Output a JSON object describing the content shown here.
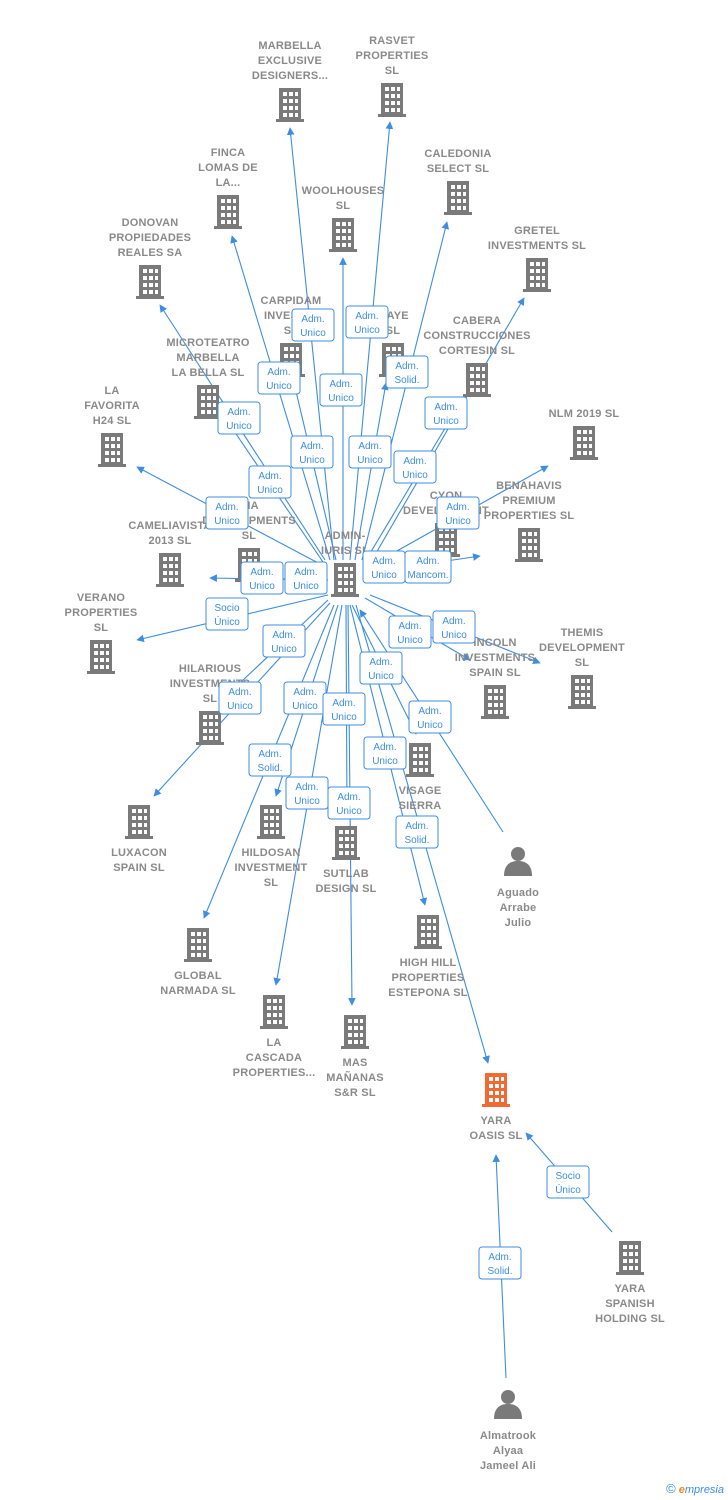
{
  "colors": {
    "edge": "#3d8ee0",
    "building": "#7a7a7a",
    "focus_building": "#f06a32",
    "person": "#7a7a7a",
    "label": "#8a8a8a"
  },
  "footer": {
    "copyright": "©",
    "brand_initial": "e",
    "brand_rest": "mpresia"
  },
  "nodes": [
    {
      "id": "adminiuris",
      "kind": "company",
      "lines": [
        "ADMIN-",
        "IURIS  SL"
      ]
    },
    {
      "id": "marbella",
      "kind": "company",
      "lines": [
        "MARBELLA",
        "EXCLUSIVE",
        "DESIGNERS..."
      ]
    },
    {
      "id": "rasvet",
      "kind": "company",
      "lines": [
        "RASVET",
        "PROPERTIES",
        "SL"
      ]
    },
    {
      "id": "finca",
      "kind": "company",
      "lines": [
        "FINCA",
        "LOMAS DE",
        "LA..."
      ]
    },
    {
      "id": "caledonia",
      "kind": "company",
      "lines": [
        "CALEDONIA",
        "SELECT  SL"
      ]
    },
    {
      "id": "woolhouses",
      "kind": "company",
      "lines": [
        "WOOLHOUSES",
        "SL"
      ]
    },
    {
      "id": "donovan",
      "kind": "company",
      "lines": [
        "DONOVAN",
        "PROPIEDADES",
        "REALES SA"
      ]
    },
    {
      "id": "gretel",
      "kind": "company",
      "lines": [
        "GRETEL",
        "INVESTMENTS SL"
      ]
    },
    {
      "id": "carpidam",
      "kind": "company",
      "lines": [
        "CARPIDAM",
        "INVESTI...",
        "SL"
      ]
    },
    {
      "id": "maye",
      "kind": "company",
      "lines": [
        "MAYE",
        "SL"
      ]
    },
    {
      "id": "cabera",
      "kind": "company",
      "lines": [
        "CABERA",
        "CONSTRUCCIONES",
        "CORTESIN  SL"
      ]
    },
    {
      "id": "microteatro",
      "kind": "company",
      "lines": [
        "MICROTEATRO",
        "MARBELLA",
        "LA BELLA  SL"
      ]
    },
    {
      "id": "lafavorita",
      "kind": "company",
      "lines": [
        "LA",
        "FAVORITA",
        "H24  SL"
      ]
    },
    {
      "id": "nlm",
      "kind": "company",
      "lines": [
        "NLM 2019  SL"
      ]
    },
    {
      "id": "halcyon",
      "kind": "company",
      "lines": [
        "CYON",
        "DEVELOPMENT"
      ]
    },
    {
      "id": "benahavis",
      "kind": "company",
      "lines": [
        "BENAHAVIS",
        "PREMIUM",
        "PROPERTIES SL"
      ]
    },
    {
      "id": "victoria",
      "kind": "company",
      "lines": [
        "RIA",
        "DEVELOPMENTS",
        "SL"
      ]
    },
    {
      "id": "cameliavista",
      "kind": "company",
      "lines": [
        "CAMELIAVISTA",
        "2013  SL"
      ]
    },
    {
      "id": "verano",
      "kind": "company",
      "lines": [
        "VERANO",
        "PROPERTIES",
        "SL"
      ]
    },
    {
      "id": "hilarious",
      "kind": "company",
      "lines": [
        "HILARIOUS",
        "INVESTMENTS",
        "SL"
      ]
    },
    {
      "id": "lincoln",
      "kind": "company",
      "lines": [
        "INCOLN",
        "INVESTMENTS",
        "SPAIN  SL"
      ]
    },
    {
      "id": "themis",
      "kind": "company",
      "lines": [
        "THEMIS",
        "DEVELOPMENT",
        "SL"
      ]
    },
    {
      "id": "visage",
      "kind": "company",
      "lines": [
        "VISAGE",
        "SIERRA",
        "B..."
      ]
    },
    {
      "id": "luxacon",
      "kind": "company",
      "lines": [
        "LUXACON",
        "SPAIN SL"
      ]
    },
    {
      "id": "hildosan",
      "kind": "company",
      "lines": [
        "HILDOSAN",
        "INVESTMENT",
        "SL"
      ]
    },
    {
      "id": "sutlab",
      "kind": "company",
      "lines": [
        "SUTLAB",
        "DESIGN  SL"
      ]
    },
    {
      "id": "aguado",
      "kind": "person",
      "lines": [
        "Aguado",
        "Arrabe",
        "Julio"
      ]
    },
    {
      "id": "global",
      "kind": "company",
      "lines": [
        "GLOBAL",
        "NARMADA  SL"
      ]
    },
    {
      "id": "highhill",
      "kind": "company",
      "lines": [
        "HIGH HILL",
        "PROPERTIES",
        "ESTEPONA SL"
      ]
    },
    {
      "id": "lacascada",
      "kind": "company",
      "lines": [
        "LA",
        "CASCADA",
        "PROPERTIES..."
      ]
    },
    {
      "id": "masmananas",
      "kind": "company",
      "lines": [
        "MAS",
        "MAÑANAS",
        "S&R  SL"
      ]
    },
    {
      "id": "yaraoasis",
      "kind": "focus",
      "lines": [
        "YARA",
        "OASIS  SL"
      ]
    },
    {
      "id": "yaraspanish",
      "kind": "company",
      "lines": [
        "YARA",
        "SPANISH",
        "HOLDING  SL"
      ]
    },
    {
      "id": "almatrook",
      "kind": "person",
      "lines": [
        "Almatrook",
        "Alyaa",
        "Jameel Ali"
      ]
    }
  ],
  "edges": [
    {
      "from": "adminiuris",
      "to": "marbella",
      "label": [
        "Adm.",
        "Unico"
      ]
    },
    {
      "from": "adminiuris",
      "to": "rasvet",
      "label": [
        "Adm.",
        "Unico"
      ]
    },
    {
      "from": "adminiuris",
      "to": "finca",
      "label": [
        "Adm.",
        "Unico"
      ]
    },
    {
      "from": "adminiuris",
      "to": "woolhouses",
      "label": [
        "Adm.",
        "Unico"
      ]
    },
    {
      "from": "adminiuris",
      "to": "caledonia",
      "label": [
        "Adm.",
        "Solid."
      ]
    },
    {
      "from": "adminiuris",
      "to": "donovan",
      "label": [
        "Adm.",
        "Unico"
      ]
    },
    {
      "from": "adminiuris",
      "to": "gretel",
      "label": [
        "Adm.",
        "Unico"
      ]
    },
    {
      "from": "adminiuris",
      "to": "carpidam",
      "label": [
        "Adm.",
        "Unico"
      ]
    },
    {
      "from": "adminiuris",
      "to": "maye",
      "label": [
        "Adm.",
        "Unico"
      ]
    },
    {
      "from": "adminiuris",
      "to": "cabera",
      "label": [
        "Adm.",
        "Unico"
      ]
    },
    {
      "from": "adminiuris",
      "to": "microteatro",
      "label": [
        "Adm.",
        "Unico"
      ]
    },
    {
      "from": "adminiuris",
      "to": "lafavorita",
      "label": [
        "Adm.",
        "Unico"
      ]
    },
    {
      "from": "adminiuris",
      "to": "nlm",
      "label": [
        "Adm.",
        "Unico"
      ]
    },
    {
      "from": "adminiuris",
      "to": "benahavis",
      "label": [
        "Adm.",
        "Mancom."
      ]
    },
    {
      "from": "adminiuris",
      "to": "cameliavista",
      "label": [
        "Adm.",
        "Unico"
      ]
    },
    {
      "from": "adminiuris",
      "to": "verano",
      "label": [
        "Socio",
        "Único"
      ]
    },
    {
      "from": "adminiuris",
      "to": "victoria",
      "label": [
        "Adm.",
        "Unico"
      ]
    },
    {
      "from": "adminiuris",
      "to": "halcyon",
      "label": [
        "Adm.",
        "Unico"
      ]
    },
    {
      "from": "adminiuris",
      "to": "hilarious",
      "label": [
        "Adm.",
        "Unico"
      ]
    },
    {
      "from": "adminiuris",
      "to": "lincoln",
      "label": [
        "Adm.",
        "Unico"
      ]
    },
    {
      "from": "adminiuris",
      "to": "themis",
      "label": [
        "Adm.",
        "Unico"
      ]
    },
    {
      "from": "adminiuris",
      "to": "luxacon",
      "label": [
        "Adm.",
        "Unico"
      ]
    },
    {
      "from": "adminiuris",
      "to": "hildosan",
      "label": [
        "Adm.",
        "Unico"
      ]
    },
    {
      "from": "adminiuris",
      "to": "global",
      "label": [
        "Adm.",
        "Solid."
      ]
    },
    {
      "from": "adminiuris",
      "to": "lacascada",
      "label": [
        "Adm.",
        "Unico"
      ]
    },
    {
      "from": "adminiuris",
      "to": "masmananas",
      "label": [
        "Adm.",
        "Unico"
      ]
    },
    {
      "from": "adminiuris",
      "to": "sutlab",
      "label": [
        "Adm.",
        "Unico"
      ]
    },
    {
      "from": "adminiuris",
      "to": "visage",
      "label": [
        "Adm.",
        "Unico"
      ]
    },
    {
      "from": "adminiuris",
      "to": "highhill",
      "label": [
        "Adm.",
        "Unico"
      ]
    },
    {
      "from": "adminiuris",
      "to": "yaraoasis",
      "label": [
        "Adm.",
        "Solid."
      ]
    },
    {
      "from": "aguado",
      "to": "adminiuris",
      "label": [
        "Adm.",
        "Unico"
      ]
    },
    {
      "from": "yaraspanish",
      "to": "yaraoasis",
      "label": [
        "Socio",
        "Único"
      ]
    },
    {
      "from": "almatrook",
      "to": "yaraoasis",
      "label": [
        "Adm.",
        "Solid."
      ]
    }
  ]
}
